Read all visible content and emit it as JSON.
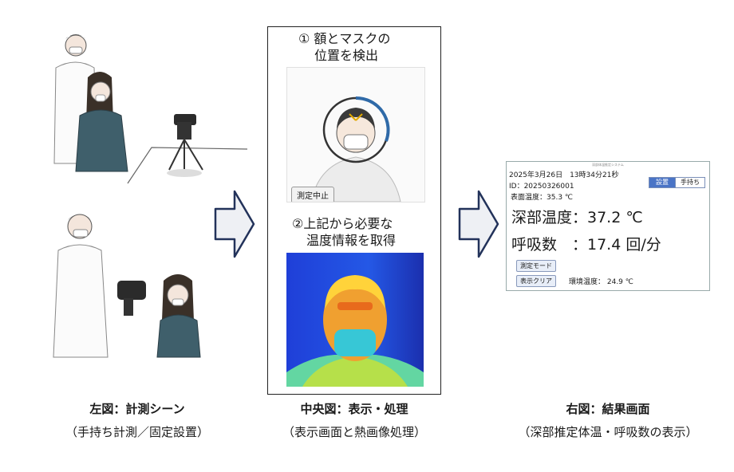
{
  "left": {
    "title": "左図：計測シーン",
    "subtitle": "（手持ち計測／固定設置）"
  },
  "center": {
    "title": "中央図：表示・処理",
    "subtitle": "（表示画面と熱画像処理）",
    "step1_line1": "① 額とマスクの",
    "step1_line2": "位置を検出",
    "step2_line1": "②上記から必要な",
    "step2_line2": "温度情報を取得",
    "stop_button": "測定中止"
  },
  "right": {
    "title": "右図：結果画面",
    "subtitle": "（深部推定体温・呼吸数の表示）",
    "window": {
      "title": "深部体温推定システム",
      "datetime": "2025年3月26日　13時34分21秒",
      "id": "ID：20250326001",
      "surface_temp": "表面温度：35.3 ℃",
      "core_temp": "深部温度：37.2 ℃",
      "resp": "呼吸数　：17.4 回/分",
      "tab_fixed": "設置",
      "tab_handheld": "手持ち",
      "mode_button": "測定モード",
      "clear_button": "表示クリア",
      "env_temp": "環境温度：  24.9 ℃"
    }
  }
}
